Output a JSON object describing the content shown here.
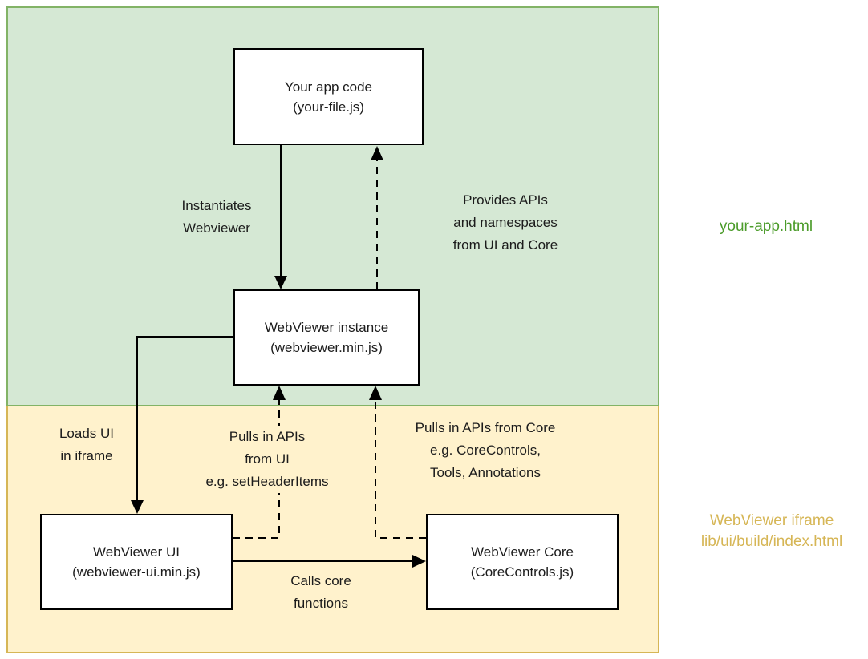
{
  "colors": {
    "app_region_fill": "#d5e8d4",
    "app_region_border": "#82b366",
    "iframe_region_fill": "#fff2cc",
    "iframe_region_border": "#d6b656",
    "node_fill": "#ffffff",
    "node_border": "#000000",
    "edge_color": "#000000",
    "text_color": "#1c1c1c",
    "app_region_label_color": "#4c9c2b",
    "iframe_region_label_color": "#d6b656"
  },
  "regions": {
    "app_page": {
      "label": "your-app.html"
    },
    "iframe_page": {
      "label": "WebViewer iframe\nlib/ui/build/index.html"
    }
  },
  "nodes": {
    "app": {
      "name": "Your app code",
      "file": "(your-file.js)"
    },
    "instance": {
      "name": "WebViewer instance",
      "file": "(webviewer.min.js)"
    },
    "ui": {
      "name": "WebViewer UI",
      "file": "(webviewer-ui.min.js)"
    },
    "core": {
      "name": "WebViewer Core",
      "file": "(CoreControls.js)"
    }
  },
  "edges": {
    "instantiates": {
      "label": "Instantiates\nWebviewer",
      "style": "solid",
      "from": "app",
      "to": "instance"
    },
    "provides": {
      "label": "Provides APIs\nand namespaces\nfrom UI and Core",
      "style": "dashed",
      "from": "instance",
      "to": "app"
    },
    "loads_ui": {
      "label": "Loads UI\nin iframe",
      "style": "solid",
      "from": "instance",
      "to": "ui"
    },
    "pulls_ui": {
      "label": "Pulls in APIs\nfrom UI\ne.g. setHeaderItems",
      "style": "dashed",
      "from": "ui",
      "to": "instance"
    },
    "pulls_core": {
      "label": "Pulls in APIs from Core\ne.g. CoreControls,\nTools, Annotations",
      "style": "dashed",
      "from": "core",
      "to": "instance"
    },
    "calls_core": {
      "label": "Calls core\nfunctions",
      "style": "solid",
      "from": "ui",
      "to": "core"
    }
  }
}
